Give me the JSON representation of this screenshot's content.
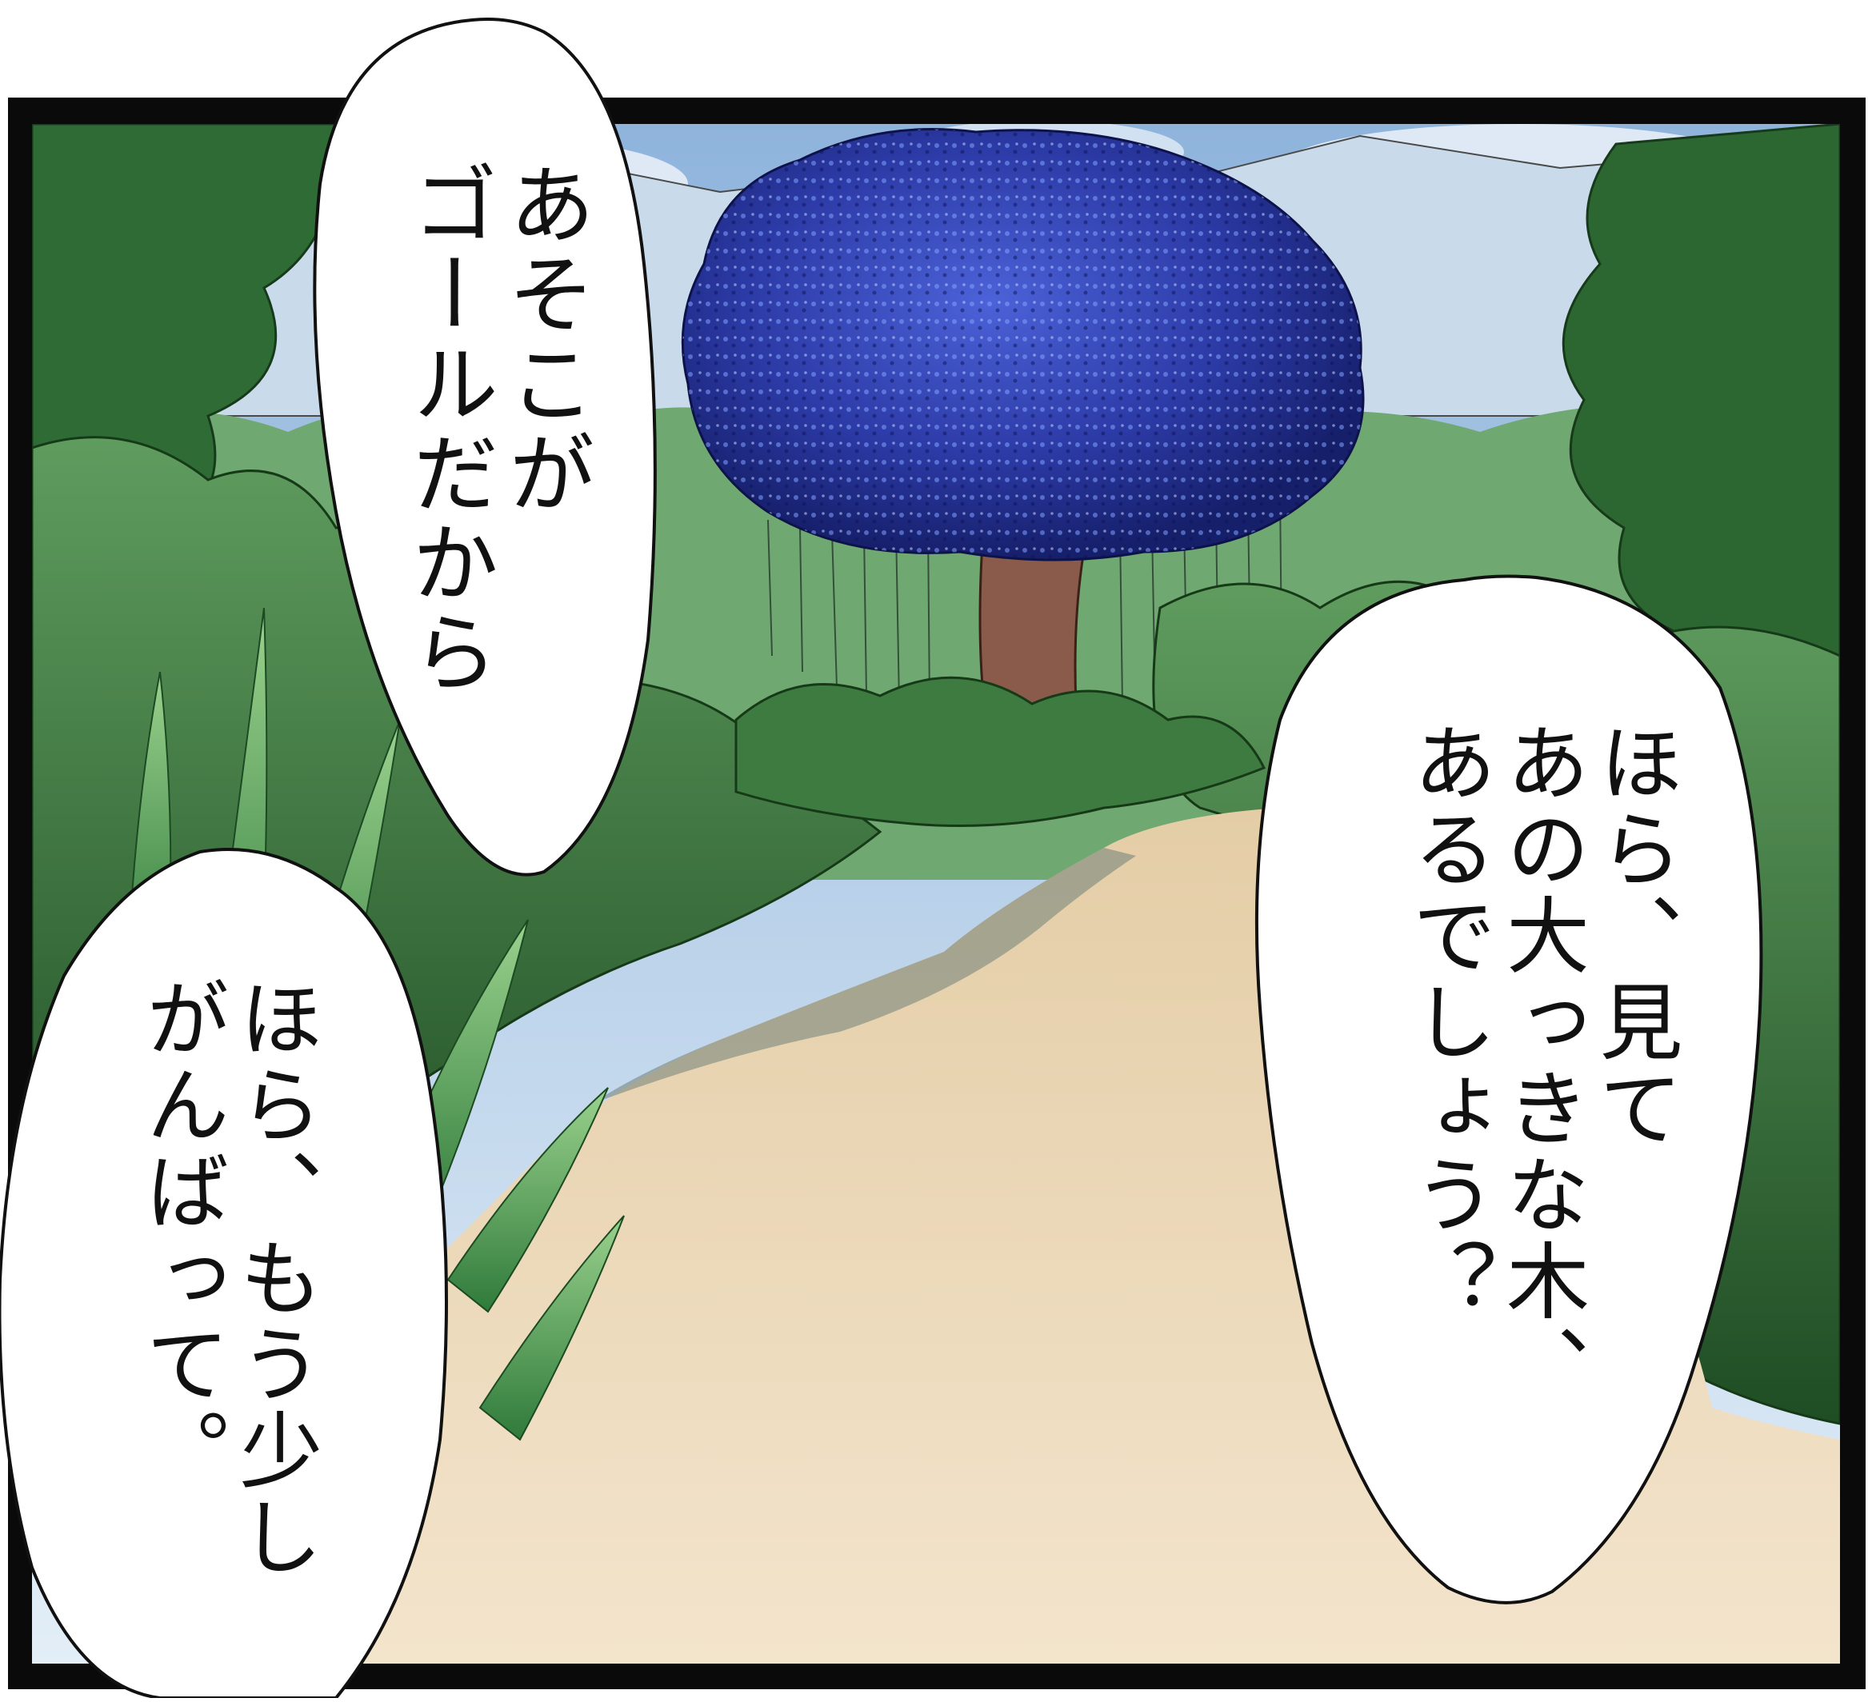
{
  "panel": {
    "scene": "forest-path-with-large-blue-tree"
  },
  "colors": {
    "frame": "#0a0a0a",
    "sky": "#bcd7ee",
    "tree_canopy": "#2e3fb0",
    "foliage": "#2f6a35",
    "path": "#ead7b8",
    "bubble_fill": "#ffffff"
  },
  "bubbles": [
    {
      "id": "bubble-1",
      "text": "あそこが\nゴールだから"
    },
    {
      "id": "bubble-2",
      "text": "ほら、見て\nあの大っきな木、\nあるでしょう？"
    },
    {
      "id": "bubble-3",
      "text": "ほら、もう少し\nがんばって。"
    }
  ]
}
